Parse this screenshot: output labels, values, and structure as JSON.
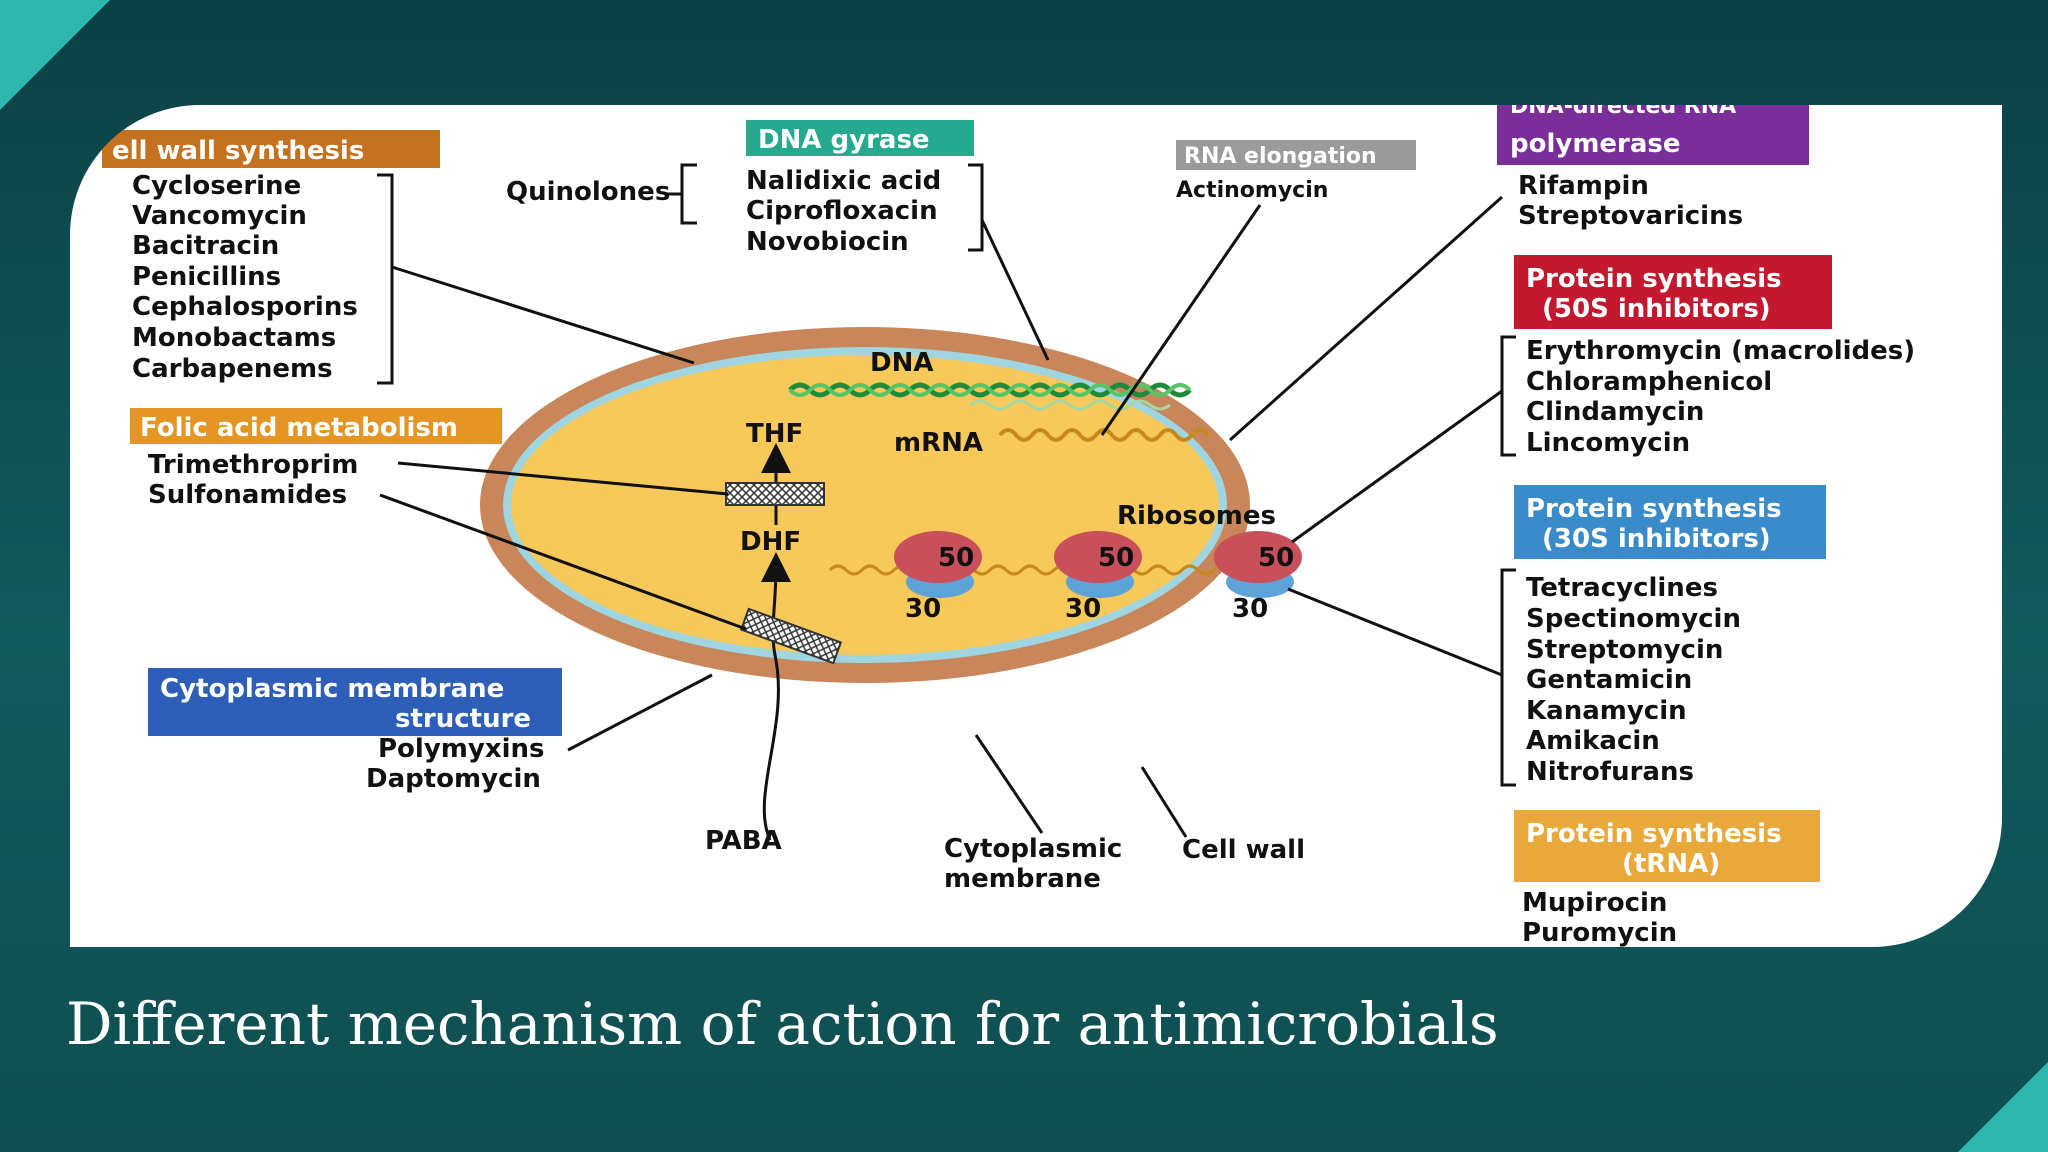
{
  "caption": "Different mechanism of action for antimicrobials",
  "colors": {
    "cell_wall": "#c8865a",
    "membrane": "#9fd5e0",
    "cytoplasm": "#f7c85a",
    "cell_wall_header": "#c4721f",
    "dna_gyrase_header": "#25a98f",
    "rna_elongation_header": "#9b9b9b",
    "rna_polymerase_header": "#7a2e9a",
    "protein_50s_header": "#c4182f",
    "protein_30s_header": "#3a8bc9",
    "folic_header": "#e59524",
    "membrane_header": "#2d5fb8",
    "trna_header": "#e8a83a"
  },
  "cell_wall_synthesis": {
    "header": "ell wall synthesis",
    "drugs": [
      "Cycloserine",
      "Vancomycin",
      "Bacitracin",
      "Penicillins",
      "Cephalosporins",
      "Monobactams",
      "Carbapenems"
    ]
  },
  "dna_gyrase": {
    "header": "DNA gyrase",
    "group_label": "Quinolones",
    "drugs": [
      "Nalidixic acid",
      "Ciprofloxacin",
      "Novobiocin"
    ]
  },
  "rna_elongation": {
    "header": "RNA elongation",
    "drugs": [
      "Actinomycin"
    ]
  },
  "rna_polymerase": {
    "header_cut": "DNA-directed RNA",
    "header": "polymerase",
    "drugs": [
      "Rifampin",
      "Streptovaricins"
    ]
  },
  "protein_50s": {
    "header_line1": "Protein synthesis",
    "header_line2": "(50S inhibitors)",
    "drugs": [
      "Erythromycin (macrolides)",
      "Chloramphenicol",
      "Clindamycin",
      "Lincomycin"
    ]
  },
  "protein_30s": {
    "header_line1": "Protein synthesis",
    "header_line2": "(30S inhibitors)",
    "drugs": [
      "Tetracyclines",
      "Spectinomycin",
      "Streptomycin",
      "Gentamicin",
      "Kanamycin",
      "Amikacin",
      "Nitrofurans"
    ]
  },
  "protein_trna": {
    "header_line1": "Protein synthesis",
    "header_line2": "(tRNA)",
    "drugs": [
      "Mupirocin",
      "Puromycin"
    ]
  },
  "folic_acid": {
    "header": "Folic acid metabolism",
    "drugs": [
      "Trimethroprim",
      "Sulfonamides"
    ]
  },
  "membrane_structure": {
    "header_line1": "Cytoplasmic membrane",
    "header_line2": "structure",
    "drugs": [
      "Polymyxins",
      "Daptomycin"
    ]
  },
  "cell_labels": {
    "dna": "DNA",
    "mrna": "mRNA",
    "thf": "THF",
    "dhf": "DHF",
    "paba": "PABA",
    "ribosomes": "Ribosomes",
    "cytoplasmic_membrane_line1": "Cytoplasmic",
    "cytoplasmic_membrane_line2": "membrane",
    "cell_wall": "Cell wall",
    "subunit_large": "50",
    "subunit_small": "30"
  }
}
